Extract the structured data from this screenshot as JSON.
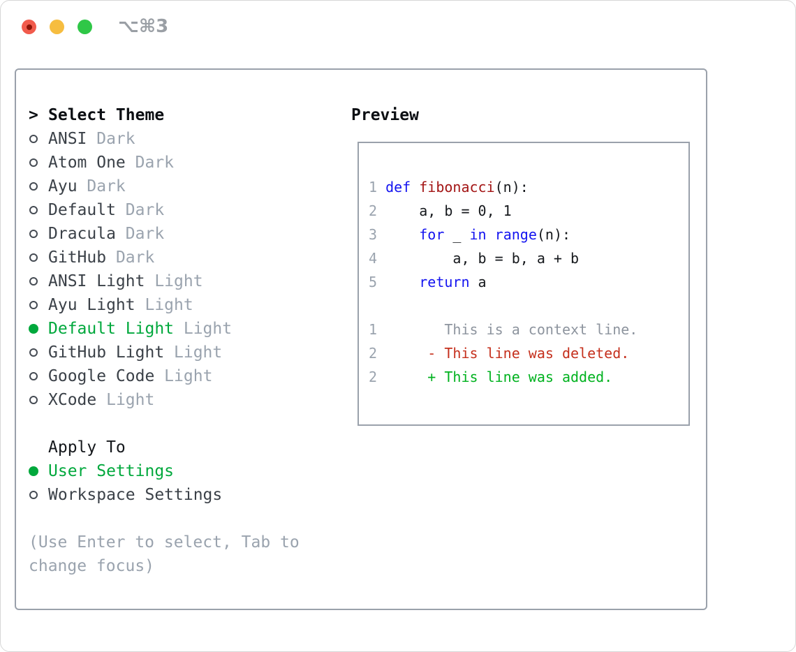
{
  "window": {
    "shortcut_label": "⌥⌘3",
    "traffic_lights": [
      "close",
      "minimize",
      "zoom"
    ]
  },
  "picker": {
    "title": "Select Theme",
    "title_marker": ">",
    "themes": [
      {
        "name": "ANSI",
        "variant": "Dark",
        "selected": false
      },
      {
        "name": "Atom One",
        "variant": "Dark",
        "selected": false
      },
      {
        "name": "Ayu",
        "variant": "Dark",
        "selected": false
      },
      {
        "name": "Default",
        "variant": "Dark",
        "selected": false
      },
      {
        "name": "Dracula",
        "variant": "Dark",
        "selected": false
      },
      {
        "name": "GitHub",
        "variant": "Dark",
        "selected": false
      },
      {
        "name": "ANSI Light",
        "variant": "Light",
        "selected": false
      },
      {
        "name": "Ayu Light",
        "variant": "Light",
        "selected": false
      },
      {
        "name": "Default Light",
        "variant": "Light",
        "selected": true
      },
      {
        "name": "GitHub Light",
        "variant": "Light",
        "selected": false
      },
      {
        "name": "Google Code",
        "variant": "Light",
        "selected": false
      },
      {
        "name": "XCode",
        "variant": "Light",
        "selected": false
      }
    ],
    "apply_to": {
      "title": "Apply To",
      "options": [
        {
          "name": "User Settings",
          "selected": true
        },
        {
          "name": "Workspace Settings",
          "selected": false
        }
      ]
    },
    "help_text": "(Use Enter to select, Tab to change focus)"
  },
  "preview": {
    "title": "Preview",
    "code_lines": [
      {
        "num": "1",
        "segments": [
          {
            "t": "def",
            "c": "kw"
          },
          {
            "t": " ",
            "c": "plain"
          },
          {
            "t": "fibonacci",
            "c": "fn"
          },
          {
            "t": "(n):",
            "c": "plain"
          }
        ]
      },
      {
        "num": "2",
        "segments": [
          {
            "t": "    a, b = 0, 1",
            "c": "plain"
          }
        ]
      },
      {
        "num": "3",
        "segments": [
          {
            "t": "    ",
            "c": "plain"
          },
          {
            "t": "for",
            "c": "kw"
          },
          {
            "t": " _ ",
            "c": "plain"
          },
          {
            "t": "in",
            "c": "kw"
          },
          {
            "t": " ",
            "c": "plain"
          },
          {
            "t": "range",
            "c": "kw"
          },
          {
            "t": "(n):",
            "c": "plain"
          }
        ]
      },
      {
        "num": "4",
        "segments": [
          {
            "t": "        a, b = b, a + b",
            "c": "plain"
          }
        ]
      },
      {
        "num": "5",
        "segments": [
          {
            "t": "    ",
            "c": "plain"
          },
          {
            "t": "return",
            "c": "kw"
          },
          {
            "t": " a",
            "c": "plain"
          }
        ]
      }
    ],
    "diff_lines": [
      {
        "num": "1",
        "segments": [
          {
            "t": "       This is a context line.",
            "c": "ctx"
          }
        ]
      },
      {
        "num": "2",
        "segments": [
          {
            "t": "     - This line was deleted.",
            "c": "del"
          }
        ]
      },
      {
        "num": "2",
        "segments": [
          {
            "t": "     + This line was added.",
            "c": "add"
          }
        ]
      }
    ]
  },
  "colors": {
    "accent_green": "#00a83c",
    "added_green": "#00b21f",
    "deleted_red": "#c5301d",
    "keyword_blue": "#1414f0",
    "function_red": "#a31515",
    "muted_gray": "#9aa3ae",
    "border_gray": "#9aa1ab",
    "text_dark": "#3b4148",
    "light_red": "#f15b4c",
    "light_yellow": "#f6bd40",
    "light_green": "#2fc747"
  }
}
